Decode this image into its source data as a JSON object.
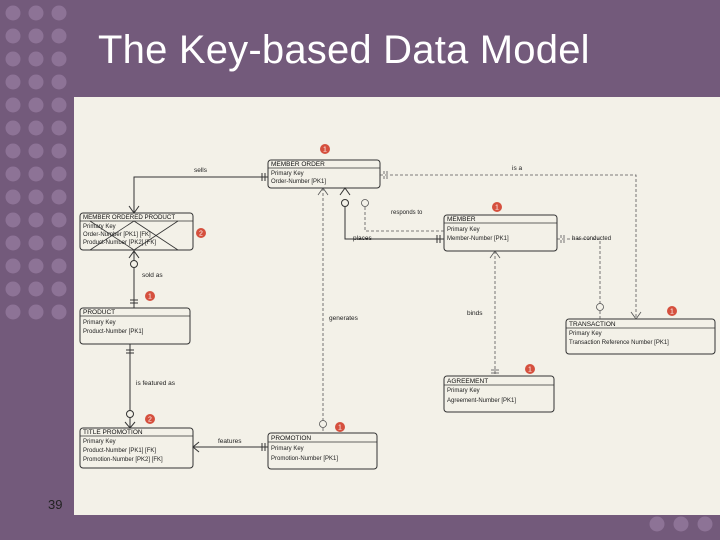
{
  "slide": {
    "title": "The Key-based Data Model",
    "page_number": "39"
  },
  "colors": {
    "background": "#735a7b",
    "content": "#f3f1e8",
    "dot": "#8d7396",
    "marker": "#d5503e"
  },
  "entities": [
    {
      "name": "MEMBER ORDER",
      "marker": "1",
      "attrs": [
        "Primary Key",
        "Order-Number  [PK1]"
      ]
    },
    {
      "name": "MEMBER ORDERED PRODUCT",
      "marker": "2",
      "attrs": [
        "Primary Key",
        "Order-Number  [PK1]  [FK]",
        "Product-Number  [PK2]  [FK]"
      ]
    },
    {
      "name": "MEMBER",
      "marker": "1",
      "attrs": [
        "Primary Key",
        "Member-Number  [PK1]"
      ]
    },
    {
      "name": "PRODUCT",
      "marker": "1",
      "attrs": [
        "Primary Key",
        "Product-Number  [PK1]"
      ]
    },
    {
      "name": "TRANSACTION",
      "marker": "1",
      "attrs": [
        "Primary Key",
        "Transaction Reference Number  [PK1]"
      ]
    },
    {
      "name": "AGREEMENT",
      "marker": "1",
      "attrs": [
        "Primary Key",
        "Agreement-Number  [PK1]"
      ]
    },
    {
      "name": "TITLE PROMOTION",
      "marker": "2",
      "attrs": [
        "Primary Key",
        "Product-Number  [PK1]  [FK]",
        "Promotion-Number  [PK2]  [FK]"
      ]
    },
    {
      "name": "PROMOTION",
      "marker": "1",
      "attrs": [
        "Primary Key",
        "Promotion-Number  [PK1]"
      ]
    }
  ],
  "relationships": [
    "sells",
    "is a",
    "responds to",
    "places",
    "has conducted",
    "sold as",
    "generates",
    "binds",
    "is featured as",
    "features"
  ]
}
